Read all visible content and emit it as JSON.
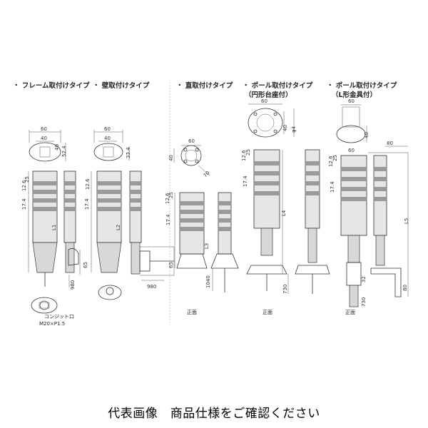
{
  "sections": [
    {
      "title": "・ フレーム取付けタイプ"
    },
    {
      "title": "・ 壁取付けタイプ"
    },
    {
      "title": "・ 直取付けタイプ"
    },
    {
      "title": "・ ポール取付けタイプ",
      "subtitle": "（円形台座付）"
    },
    {
      "title": "・ ポール取付けタイプ",
      "subtitle": "（L形金具付）"
    }
  ],
  "dims": {
    "d60": "60",
    "d40": "40",
    "d52_4": "52.4",
    "d33_4": "33.4",
    "d70": "70",
    "d80": "80",
    "d12_6": "12.6",
    "d25": "25",
    "d17_4": "17.4",
    "d65": "65",
    "d980": "980",
    "d1040": "1040",
    "d730": "730",
    "d32": "32",
    "phi4": "φ4",
    "L1": "L1",
    "L2": "L2",
    "L3": "L3",
    "L4": "L4",
    "L5": "L5"
  },
  "labels": {
    "front": "正面",
    "conduit": "コンジット口",
    "thread": "M20×P1.5"
  },
  "caption": "代表画像　商品仕様をご確認ください"
}
